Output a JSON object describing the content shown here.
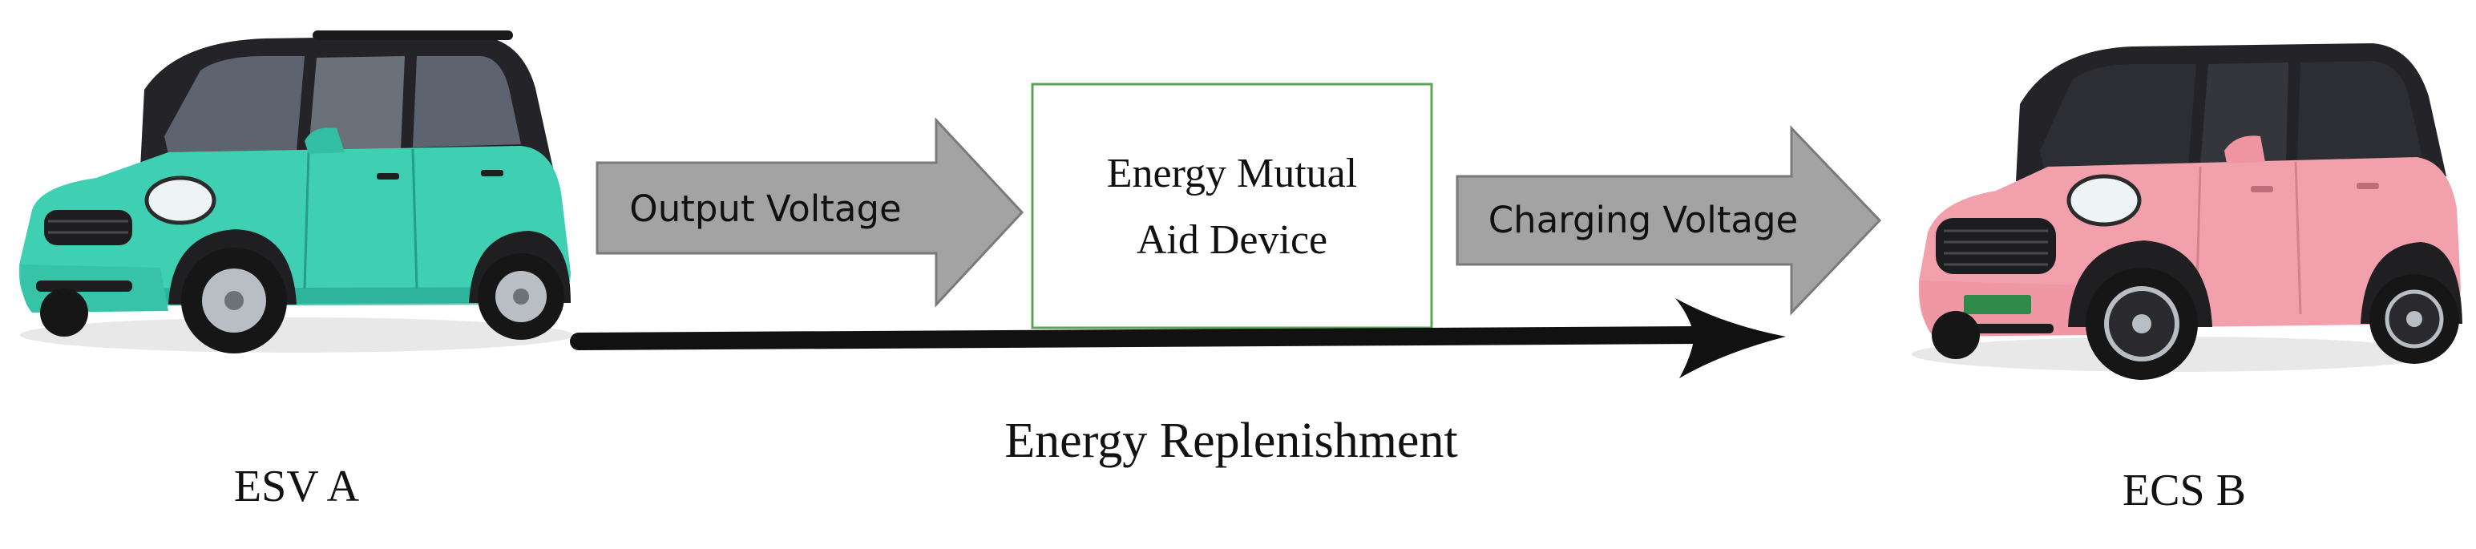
{
  "diagram": {
    "left_vehicle": {
      "label": "ESV A",
      "body_color": "#3fd0b4"
    },
    "right_vehicle": {
      "label": "ECS B",
      "body_color": "#f3a0ad"
    },
    "output_arrow": {
      "label": "Output Voltage"
    },
    "device_box": {
      "line1": "Energy Mutual",
      "line2": "Aid Device",
      "border_color": "#5fa05a"
    },
    "charging_arrow": {
      "label": "Charging Voltage"
    },
    "replenishment_arrow": {
      "label": "Energy Replenishment"
    },
    "colors": {
      "arrow_fill": "#a3a3a3",
      "arrow_stroke": "#7a7a7a",
      "long_arrow": "#111111",
      "roof": "#242428",
      "tire": "#161616",
      "rim": "#b9bec4"
    }
  }
}
